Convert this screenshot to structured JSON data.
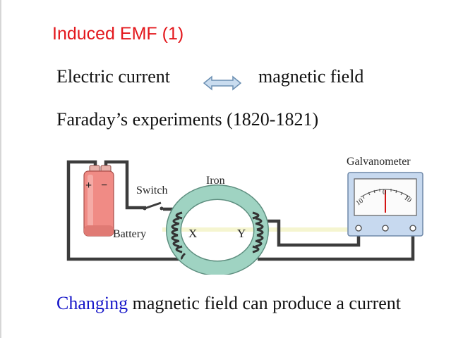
{
  "slide": {
    "title": "Induced EMF (1)",
    "line1_left": "Electric current",
    "line1_right": "magnetic field",
    "line2": "Faraday’s experiments (1820-1821)",
    "bottom_highlight": "Changing",
    "bottom_rest": " magnetic field can produce a current",
    "highlight_color": "#1717c9",
    "title_color": "#e3171c"
  },
  "diagram": {
    "battery_label": "Battery",
    "battery_plus": "+",
    "battery_minus": "−",
    "switch_label": "Switch",
    "iron_label": "Iron",
    "coil_x_label": "X",
    "coil_y_label": "Y",
    "galvanometer_label": "Galvanometer",
    "scale_left": "10",
    "scale_center": "0",
    "scale_right": "10"
  }
}
